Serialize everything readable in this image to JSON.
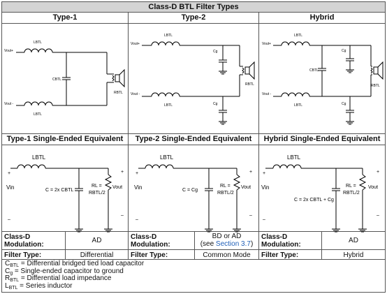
{
  "title": "Class-D BTL Filter Types",
  "top_headers": [
    "Type-1",
    "Type-2",
    "Hybrid"
  ],
  "mid_headers": [
    "Type-1 Single-Ended Equivalent",
    "Type-2 Single-Ended Equivalent",
    "Hybrid Single-Ended Equivalent"
  ],
  "schematic_labels": {
    "lbtl": "LBTL",
    "cbtl": "CBTL",
    "cg": "Cg",
    "rbtl": "RBTL",
    "vout_plus": "Vout+",
    "vout_minus": "Vout -",
    "vin": "Vin",
    "vout": "Vout",
    "plus": "+",
    "minus": "–",
    "rl": "RL =",
    "rbtl_half": "RBTL/2",
    "c_type1": "C = 2x CBTL",
    "c_type2": "C = Cg",
    "c_hybrid": "C = 2x CBTL + Cg"
  },
  "rows": {
    "modulation_label": "Class-D Modulation:",
    "filter_label": "Filter Type:",
    "type1": {
      "modulation": "AD",
      "filter": "Differential"
    },
    "type2": {
      "modulation_line1": "BD or AD",
      "modulation_pre": "(see ",
      "modulation_link": "Section 3.7",
      "modulation_post": ")",
      "filter": "Common Mode"
    },
    "hybrid": {
      "modulation": "AD",
      "filter": "Hybrid"
    }
  },
  "legend": [
    {
      "sym": "C",
      "sub": "BTL",
      "text": " = Differential bridged tied load capacitor"
    },
    {
      "sym": "C",
      "sub": "g",
      "text": " = Single-ended capacitor to ground"
    },
    {
      "sym": "R",
      "sub": "BTL",
      "text": " = Differential load impedance"
    },
    {
      "sym": "L",
      "sub": "BTL",
      "text": " = Series inductor"
    }
  ]
}
